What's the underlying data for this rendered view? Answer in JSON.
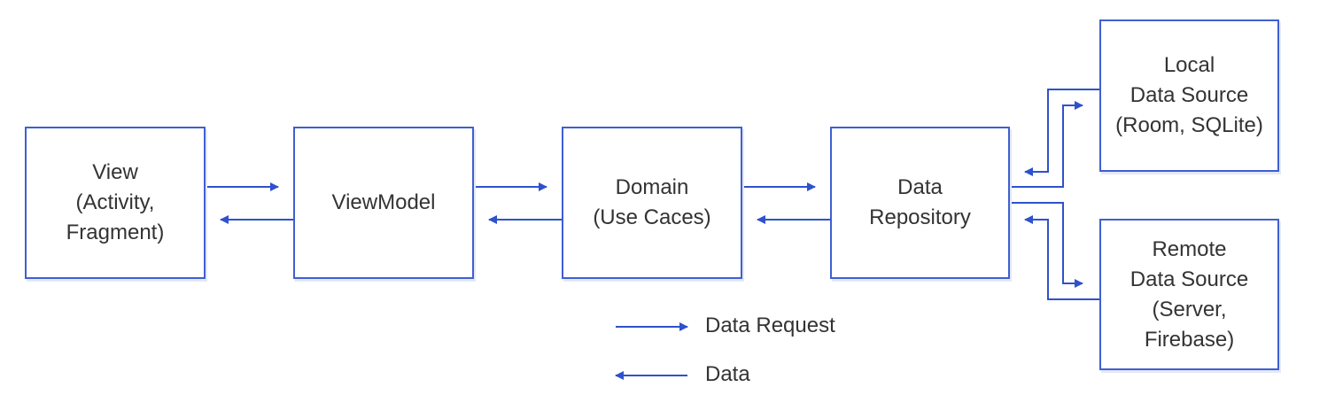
{
  "colors": {
    "arrow": "#2e52cc",
    "box_border": "#3f5fd1",
    "text": "#333333"
  },
  "nodes": {
    "view": "View\n(Activity,\nFragment)",
    "viewmodel": "ViewModel",
    "domain": "Domain\n(Use Caces)",
    "repository": "Data\nRepository",
    "local": "Local\nData Source\n(Room, SQLite)",
    "remote": "Remote\nData Source\n(Server,\nFirebase)"
  },
  "legend": {
    "request": "Data Request",
    "data": "Data"
  }
}
